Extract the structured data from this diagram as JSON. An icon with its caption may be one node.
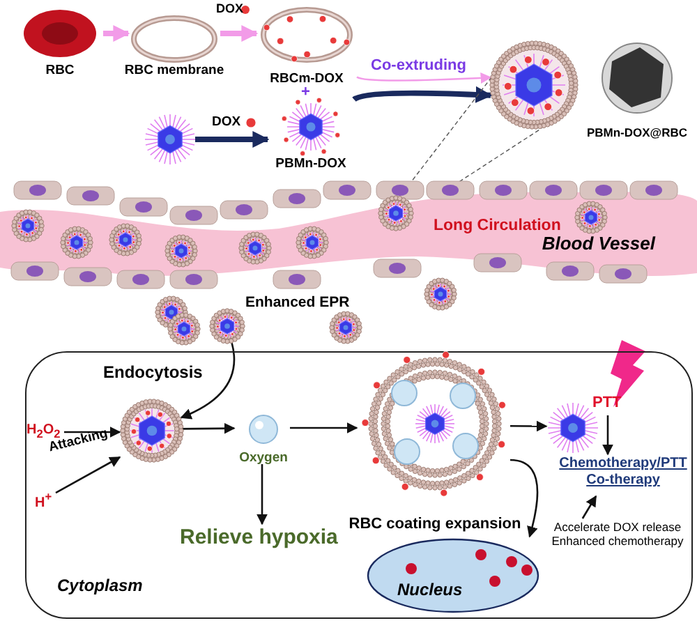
{
  "diagram": {
    "nodes": [
      {
        "text": [
          "RBC"
        ]
      },
      {
        "text": [
          "RBC membrane"
        ]
      },
      {
        "text": [
          "RBCm-DOX"
        ]
      },
      {
        "text": [],
        "shape": "picture"
      },
      {
        "text": [
          "PBMn-DOX"
        ]
      },
      {
        "text": [],
        "shape": "picture"
      },
      {
        "text": [
          "PBMn-DOX@RBC"
        ]
      },
      {
        "text": [
          "Blood Vessel"
        ]
      },
      {
        "text": [],
        "shape": "picture",
        "in": 7
      },
      {
        "text": [
          "Cytoplasm"
        ]
      },
      {
        "text": [
          "H$_{2}$O$_{2}$"
        ],
        "in": 9
      },
      {
        "text": [
          "H$^{+}$"
        ],
        "in": 9
      },
      {
        "text": [],
        "shape": "picture",
        "in": 9
      },
      {
        "text": [
          "Oxygen"
        ],
        "in": 9
      },
      {
        "text": [
          "Relieve hypoxia"
        ],
        "in": 9
      },
      {
        "text": [
          "RBC coating expansion"
        ],
        "in": 9
      },
      {
        "text": [],
        "shape": "picture",
        "in": 9
      },
      {
        "text": [
          "PTT"
        ],
        "in": 9
      },
      {
        "text": [
          "Chemotherapy/PTT Co-therapy"
        ],
        "in": 9
      },
      {
        "text": [
          "Nucleus"
        ],
        "in": 9
      },
      {
        "text": [],
        "shape": "picture"
      },
      {
        "text": [
          "Accelerate DOX release Enhanced chemotherapy"
        ],
        "in": 9
      }
    ],
    "edges": [
      {
        "from": 0,
        "to": 1,
        "arrow": "to",
        "style": "thick",
        "color": "#f29be8"
      },
      {
        "from": 1,
        "to": 2,
        "arrow": "to",
        "label": "DOX",
        "style": "thick",
        "color": "#f29be8"
      },
      {
        "from": 3,
        "to": 4,
        "arrow": "to",
        "label": "DOX",
        "style": "thick",
        "color": "#1a2a5e"
      },
      {
        "from": 2,
        "to": 5,
        "arrow": "to",
        "label": "Co-extruding",
        "color": "#f29be8"
      },
      {
        "from": 4,
        "to": 5,
        "arrow": "to",
        "style": "thick",
        "color": "#1a2a5e"
      },
      {
        "from": 8,
        "to": 5,
        "arrow": "none",
        "style": "dashed",
        "color": "#555555"
      },
      {
        "from": 8,
        "to": 5,
        "arrow": "none",
        "style": "dashed",
        "color": "#555555"
      },
      {
        "from": 20,
        "to": 12,
        "arrow": "to",
        "label": "Endocytosis"
      },
      {
        "from": 10,
        "to": 12,
        "arrow": "to",
        "label": "Attacking"
      },
      {
        "from": 11,
        "to": 12,
        "arrow": "to"
      },
      {
        "from": 12,
        "to": 13,
        "arrow": "to"
      },
      {
        "from": 13,
        "to": 14,
        "arrow": "to"
      },
      {
        "from": 13,
        "to": 15,
        "arrow": "to"
      },
      {
        "from": 15,
        "to": 16,
        "arrow": "to"
      },
      {
        "from": 17,
        "to": 18,
        "arrow": "to"
      },
      {
        "from": 15,
        "to": 19,
        "arrow": "to"
      },
      {
        "from": 21,
        "to": 18,
        "arrow": "to"
      }
    ],
    "labels": [
      "+",
      "Long Circulation",
      "Enhanced EPR"
    ]
  }
}
